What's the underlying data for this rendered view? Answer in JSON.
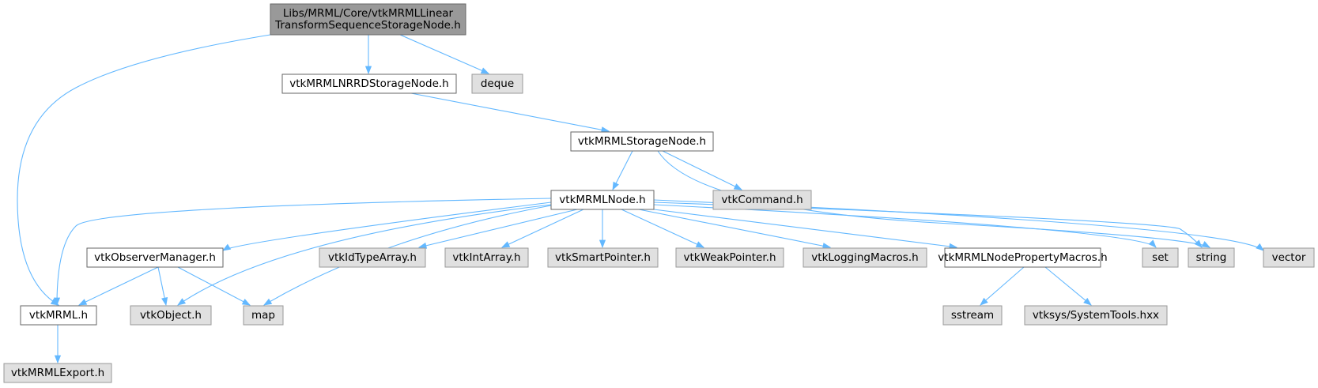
{
  "diagram": {
    "nodes": [
      {
        "id": "root",
        "lines": [
          "Libs/MRML/Core/vtkMRMLLinear",
          "TransformSequenceStorageNode.h"
        ],
        "style": "root"
      },
      {
        "id": "nrrd",
        "lines": [
          "vtkMRMLNRRDStorageNode.h"
        ],
        "style": "doc"
      },
      {
        "id": "deque",
        "lines": [
          "deque"
        ],
        "style": "ext"
      },
      {
        "id": "storage",
        "lines": [
          "vtkMRMLStorageNode.h"
        ],
        "style": "doc"
      },
      {
        "id": "command",
        "lines": [
          "vtkCommand.h"
        ],
        "style": "ext"
      },
      {
        "id": "node",
        "lines": [
          "vtkMRMLNode.h"
        ],
        "style": "doc"
      },
      {
        "id": "observer",
        "lines": [
          "vtkObserverManager.h"
        ],
        "style": "doc"
      },
      {
        "id": "idtype",
        "lines": [
          "vtkIdTypeArray.h"
        ],
        "style": "ext"
      },
      {
        "id": "intarr",
        "lines": [
          "vtkIntArray.h"
        ],
        "style": "ext"
      },
      {
        "id": "smartptr",
        "lines": [
          "vtkSmartPointer.h"
        ],
        "style": "ext"
      },
      {
        "id": "weakptr",
        "lines": [
          "vtkWeakPointer.h"
        ],
        "style": "ext"
      },
      {
        "id": "logging",
        "lines": [
          "vtkLoggingMacros.h"
        ],
        "style": "ext"
      },
      {
        "id": "propmacros",
        "lines": [
          "vtkMRMLNodePropertyMacros.h"
        ],
        "style": "doc"
      },
      {
        "id": "set",
        "lines": [
          "set"
        ],
        "style": "ext"
      },
      {
        "id": "string",
        "lines": [
          "string"
        ],
        "style": "ext"
      },
      {
        "id": "vector",
        "lines": [
          "vector"
        ],
        "style": "ext"
      },
      {
        "id": "mrml",
        "lines": [
          "vtkMRML.h"
        ],
        "style": "doc"
      },
      {
        "id": "object",
        "lines": [
          "vtkObject.h"
        ],
        "style": "ext"
      },
      {
        "id": "map",
        "lines": [
          "map"
        ],
        "style": "ext"
      },
      {
        "id": "sstream",
        "lines": [
          "sstream"
        ],
        "style": "ext"
      },
      {
        "id": "systools",
        "lines": [
          "vtksys/SystemTools.hxx"
        ],
        "style": "ext"
      },
      {
        "id": "export",
        "lines": [
          "vtkMRMLExport.h"
        ],
        "style": "ext"
      }
    ],
    "edges": [
      {
        "from": "root",
        "to": "nrrd"
      },
      {
        "from": "root",
        "to": "deque"
      },
      {
        "from": "root",
        "to": "mrml"
      },
      {
        "from": "nrrd",
        "to": "storage"
      },
      {
        "from": "storage",
        "to": "node"
      },
      {
        "from": "storage",
        "to": "command"
      },
      {
        "from": "storage",
        "to": "string"
      },
      {
        "from": "node",
        "to": "mrml"
      },
      {
        "from": "node",
        "to": "observer"
      },
      {
        "from": "node",
        "to": "object"
      },
      {
        "from": "node",
        "to": "map"
      },
      {
        "from": "node",
        "to": "idtype"
      },
      {
        "from": "node",
        "to": "intarr"
      },
      {
        "from": "node",
        "to": "smartptr"
      },
      {
        "from": "node",
        "to": "weakptr"
      },
      {
        "from": "node",
        "to": "logging"
      },
      {
        "from": "node",
        "to": "propmacros"
      },
      {
        "from": "node",
        "to": "set"
      },
      {
        "from": "node",
        "to": "string"
      },
      {
        "from": "node",
        "to": "vector"
      },
      {
        "from": "observer",
        "to": "mrml"
      },
      {
        "from": "observer",
        "to": "object"
      },
      {
        "from": "observer",
        "to": "map"
      },
      {
        "from": "propmacros",
        "to": "sstream"
      },
      {
        "from": "propmacros",
        "to": "systools"
      },
      {
        "from": "mrml",
        "to": "export"
      }
    ],
    "colors": {
      "edge": "#63b8ff",
      "root_fill": "#999999",
      "root_stroke": "#666666",
      "doc_fill": "#ffffff",
      "doc_stroke": "#666666",
      "ext_fill": "#e0e0e0",
      "ext_stroke": "#999999"
    }
  }
}
